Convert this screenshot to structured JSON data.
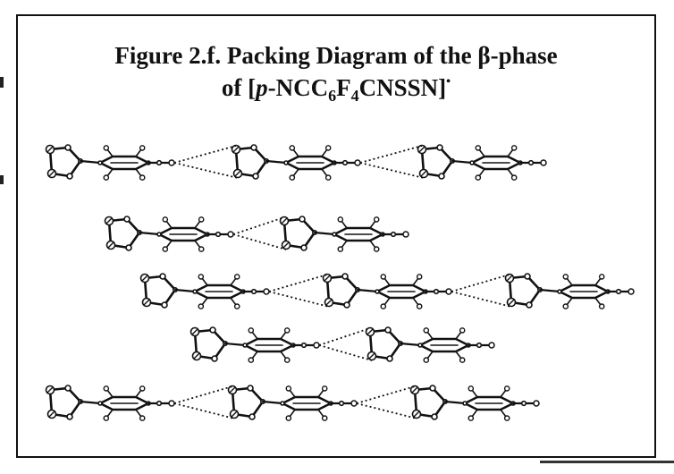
{
  "figure": {
    "title_line1_a": "Figure 2.f. Packing Diagram of the ",
    "title_line1_beta": "β",
    "title_line1_b": "-phase",
    "title_line2_a": "of [",
    "title_line2_p": "p",
    "title_line2_b": "-NCC",
    "title_line2_sub1": "6",
    "title_line2_c": "F",
    "title_line2_sub2": "4",
    "title_line2_d": "CNSSN]",
    "title_line2_sup": "•"
  },
  "diagram": {
    "stroke_color": "#111111",
    "rows": [
      {
        "molecules": 3
      },
      {
        "molecules": 2
      },
      {
        "molecules": 3
      },
      {
        "molecules": 2
      },
      {
        "molecules": 3
      }
    ]
  }
}
